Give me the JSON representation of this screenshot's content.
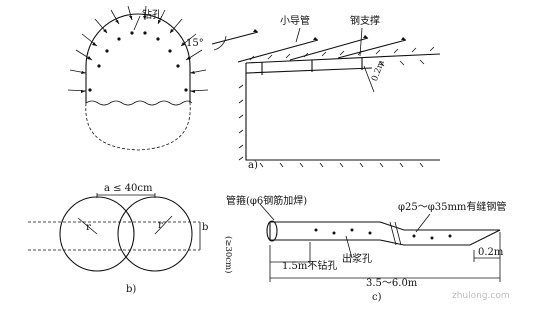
{
  "panel_a": {
    "drill_hole_label": "钻孔",
    "small_pipe_label": "小导管",
    "steel_support_label": "钢支撑",
    "angle_label": "15°",
    "spacing_label": "0.2m",
    "caption": "a)"
  },
  "panel_b": {
    "spacing_label": "a ≤ 40cm",
    "radius_label_left": "r",
    "radius_label_right": "r",
    "height_label_letter": "b",
    "height_label_text": "(≥30cm)",
    "caption": "b)"
  },
  "panel_c": {
    "pipe_cap_label": "管箍(φ6钢筋加焊)",
    "pipe_spec_label": "φ25～φ35mm有缝钢管",
    "no_hole_label": "1.5m不钻孔",
    "grout_hole_label": "出浆孔",
    "total_length_label": "3.5～6.0m",
    "tip_length_label": "0.2m",
    "caption": "c)"
  },
  "watermark": "zhulong.com"
}
